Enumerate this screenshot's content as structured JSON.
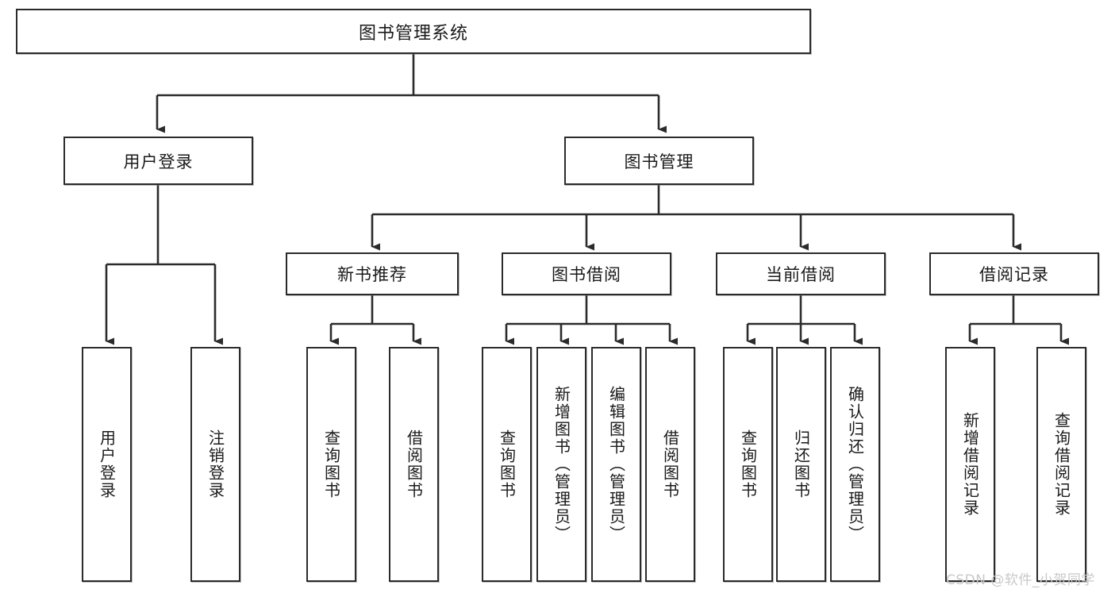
{
  "diagram": {
    "type": "hierarchy-tree",
    "title": "图书管理系统",
    "watermark": "CSDN @软件_小贺同学",
    "colors": {
      "box_border": "#2b2b2b",
      "box_fill": "#ffffff",
      "connector": "#2b2b2b",
      "text": "#1a1a1a",
      "watermark": "#c9c9c9"
    },
    "nodes": {
      "root": {
        "label": "图书管理系统",
        "orientation": "horizontal"
      },
      "level1": [
        {
          "label": "用户登录",
          "orientation": "horizontal"
        },
        {
          "label": "图书管理",
          "orientation": "horizontal"
        }
      ],
      "level2": [
        {
          "label": "新书推荐",
          "orientation": "horizontal"
        },
        {
          "label": "图书借阅",
          "orientation": "horizontal"
        },
        {
          "label": "当前借阅",
          "orientation": "horizontal"
        },
        {
          "label": "借阅记录",
          "orientation": "horizontal"
        }
      ],
      "leaves": {
        "user_login": [
          {
            "label": "用户登录",
            "orientation": "vertical"
          },
          {
            "label": "注销登录",
            "orientation": "vertical"
          }
        ],
        "new_book_recommend": [
          {
            "label": "查询图书",
            "orientation": "vertical"
          },
          {
            "label": "借阅图书",
            "orientation": "vertical"
          }
        ],
        "book_borrow": [
          {
            "label": "查询图书",
            "orientation": "vertical"
          },
          {
            "label": "新增图书（管理员）",
            "orientation": "vertical"
          },
          {
            "label": "编辑图书（管理员）",
            "orientation": "vertical"
          },
          {
            "label": "借阅图书",
            "orientation": "vertical"
          }
        ],
        "current_borrow": [
          {
            "label": "查询图书",
            "orientation": "vertical"
          },
          {
            "label": "归还图书",
            "orientation": "vertical"
          },
          {
            "label": "确认归还（管理员）",
            "orientation": "vertical"
          }
        ],
        "borrow_record": [
          {
            "label": "新增借阅记录",
            "orientation": "vertical"
          },
          {
            "label": "查询借阅记录",
            "orientation": "vertical"
          }
        ]
      }
    },
    "edges": [
      {
        "from": "图书管理系统",
        "to": "用户登录"
      },
      {
        "from": "图书管理系统",
        "to": "图书管理"
      },
      {
        "from": "用户登录",
        "to": "用户登录"
      },
      {
        "from": "用户登录",
        "to": "注销登录"
      },
      {
        "from": "图书管理",
        "to": "新书推荐"
      },
      {
        "from": "图书管理",
        "to": "图书借阅"
      },
      {
        "from": "图书管理",
        "to": "当前借阅"
      },
      {
        "from": "图书管理",
        "to": "借阅记录"
      },
      {
        "from": "新书推荐",
        "to": "查询图书"
      },
      {
        "from": "新书推荐",
        "to": "借阅图书"
      },
      {
        "from": "图书借阅",
        "to": "查询图书"
      },
      {
        "from": "图书借阅",
        "to": "新增图书（管理员）"
      },
      {
        "from": "图书借阅",
        "to": "编辑图书（管理员）"
      },
      {
        "from": "图书借阅",
        "to": "借阅图书"
      },
      {
        "from": "当前借阅",
        "to": "查询图书"
      },
      {
        "from": "当前借阅",
        "to": "归还图书"
      },
      {
        "from": "当前借阅",
        "to": "确认归还（管理员）"
      },
      {
        "from": "借阅记录",
        "to": "新增借阅记录"
      },
      {
        "from": "借阅记录",
        "to": "查询借阅记录"
      }
    ]
  }
}
